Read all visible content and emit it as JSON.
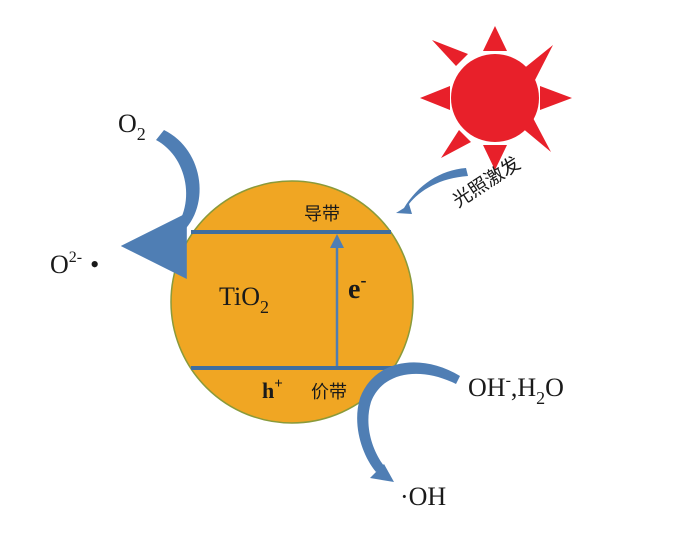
{
  "particle": {
    "label": "TiO",
    "label_sub": "2",
    "conduction_band": "导带",
    "valence_band": "价带",
    "electron": "e",
    "electron_sup": "-",
    "hole": "h",
    "hole_sup": "+"
  },
  "sun": {
    "label": "光照激发"
  },
  "oxygen_path": {
    "reactant": "O",
    "reactant_sub": "2",
    "product": "O",
    "product_sup": "2-",
    "product_radical": "•"
  },
  "hydroxyl_path": {
    "reactant_a": "OH",
    "reactant_a_sup": "-",
    "reactant_sep": ",H",
    "reactant_b_sub": "2",
    "reactant_b_tail": "O",
    "product": "·OH"
  },
  "colors": {
    "particle_fill": "#F0A623",
    "band_line": "#3F6EA0",
    "arrow_fill": "#4F7EB4",
    "sun_fill": "#E8202A",
    "text": "#1a1a1a"
  }
}
